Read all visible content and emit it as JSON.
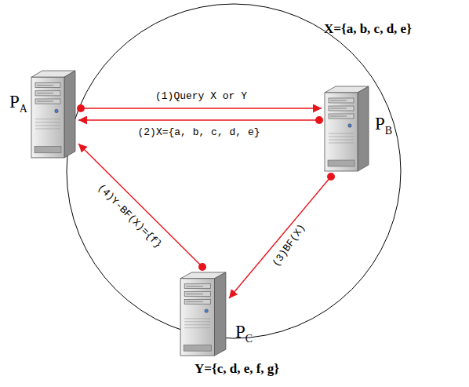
{
  "diagram": {
    "nodes": [
      {
        "text": [
          "PA"
        ]
      },
      {
        "text": [
          "PB",
          "X={a, b, c, d, e}"
        ]
      },
      {
        "text": [
          "PC",
          "Y={c, d, e, f, g}"
        ]
      }
    ],
    "edges": [
      {
        "from": 0,
        "to": 1,
        "arrow": "to",
        "label": "(1)Query X or Y"
      },
      {
        "from": 1,
        "to": 0,
        "arrow": "to",
        "label": "(2)X={a, b, c, d, e}"
      },
      {
        "from": 1,
        "to": 2,
        "arrow": "to",
        "label": "(3)BF(X)"
      },
      {
        "from": 2,
        "to": 0,
        "arrow": "to",
        "label": "(4)Y-BF(X)={f}"
      }
    ]
  }
}
